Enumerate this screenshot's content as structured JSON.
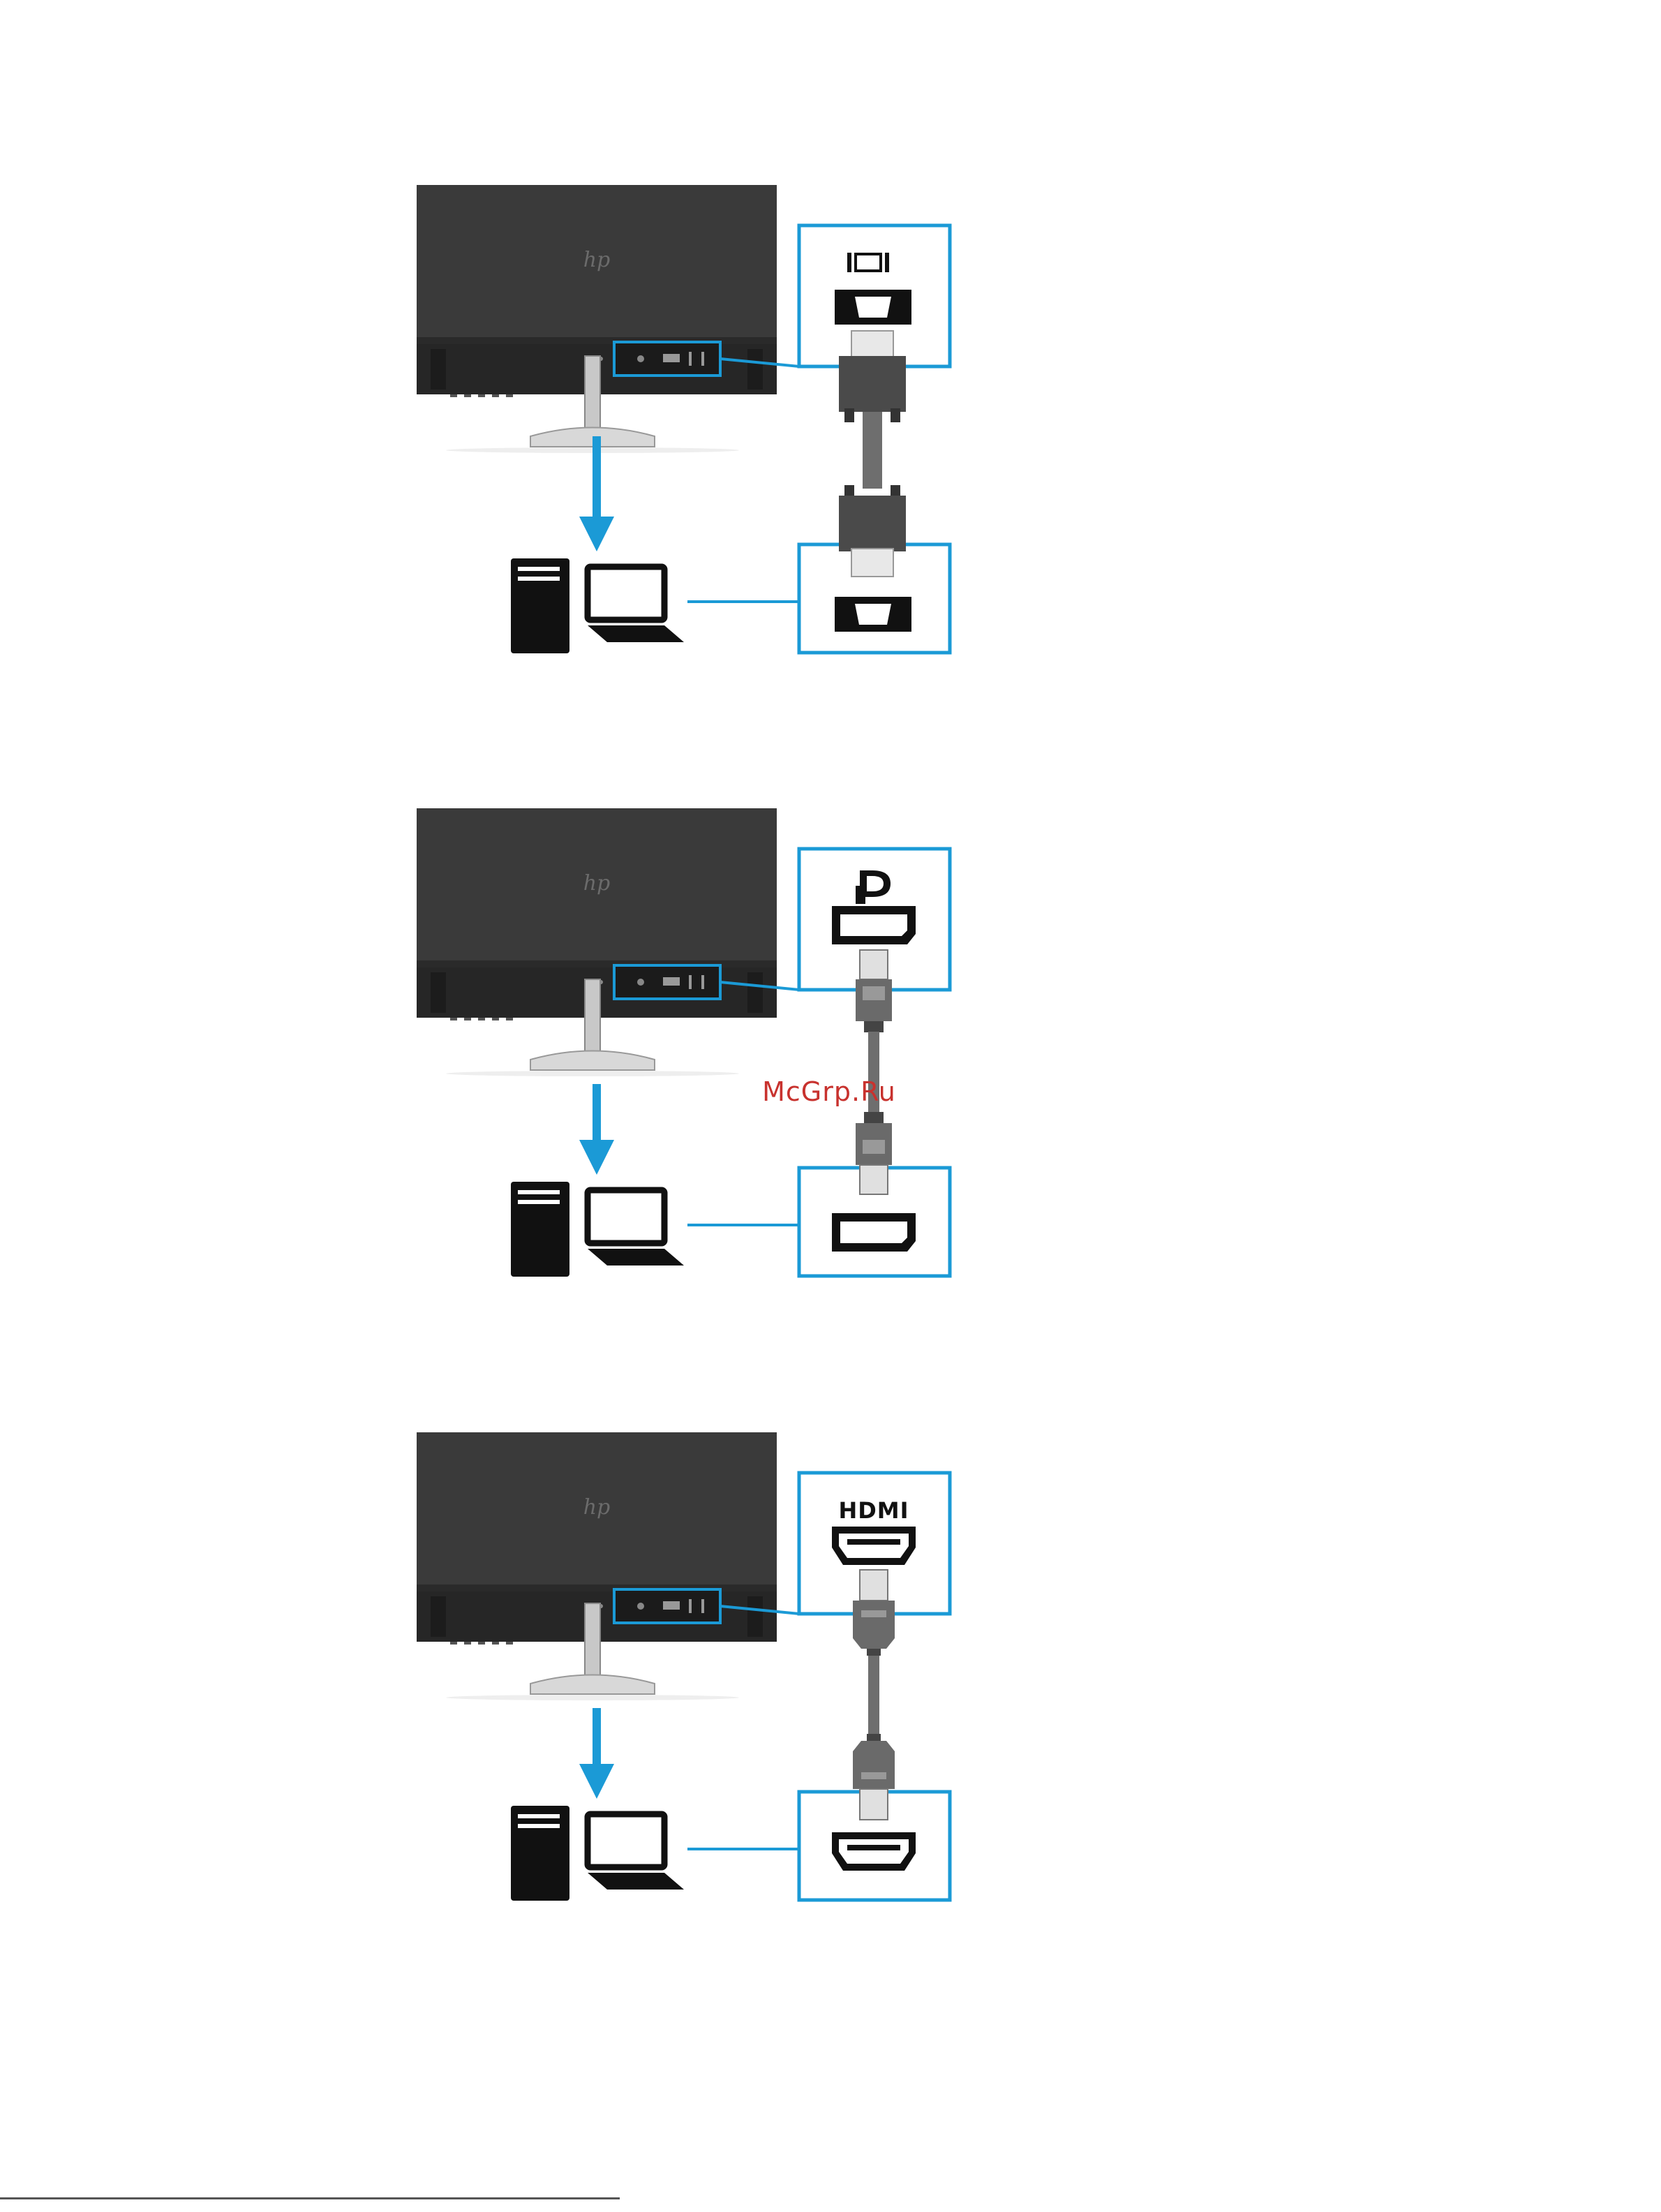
{
  "watermark": "McGrp.Ru",
  "monitor": {
    "brand_logo": "hp"
  },
  "connections": [
    {
      "name": "vga",
      "connector_icon": "vga-port-icon",
      "port_icon": "vga-symbol-icon",
      "label": ""
    },
    {
      "name": "displayport",
      "connector_icon": "displayport-port-icon",
      "port_icon": "displayport-logo-icon",
      "label": ""
    },
    {
      "name": "hdmi",
      "connector_icon": "hdmi-port-icon",
      "port_icon": "hdmi-logo-icon",
      "label": "HDMI"
    }
  ],
  "colors": {
    "accent": "#1b9ad6",
    "monitor_body": "#3a3a3a",
    "monitor_dark": "#232323",
    "cable": "#6e6e6e",
    "black": "#111111",
    "watermark": "#c8322e"
  }
}
